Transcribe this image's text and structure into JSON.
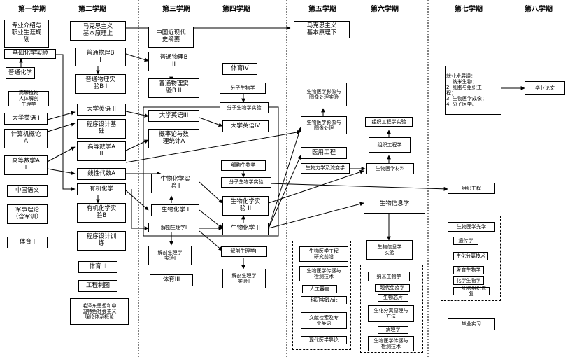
{
  "semesters": [
    "第一学期",
    "第二学期",
    "第三学期",
    "第四学期",
    "第五学期",
    "第六学期",
    "第七学期",
    "第八学期"
  ],
  "courses": {
    "c1": "专业介绍与\n职业生涯规\n划",
    "c2": "基础化学实验",
    "c3": "普通化学",
    "c4": "高等植物\n人体解剖\n生理学",
    "c5": "大学英语 I",
    "c6": "计算机概论\nA",
    "c7": "高等数学A\nI",
    "c8": "中国语文",
    "c9": "军事理论\n（含军训）",
    "c10": "体育 I",
    "c11": "马克思主义\n基本原理上",
    "c12": "普通物理B\nI",
    "c13": "普通物理实\n验B I",
    "c14": "大学英语 II",
    "c15": "程序设计基\n础",
    "c16": "高等数学A\nII",
    "c17": "线性代数A",
    "c18": "有机化学",
    "c19": "有机化学实\n验B",
    "c20": "程序设计训\n练",
    "c21": "体育 II",
    "c22": "工程制图",
    "c23": "毛泽东思想和中\n国特色社会主义\n理论体系概论",
    "c24": "中国近现代\n史纲要",
    "c25": "普通物理B\nII",
    "c26": "普通物理实\n验B II",
    "c27": "大学英语III",
    "c28": "概率论与数\n理统计A",
    "c29": "生物化学实\n验 I",
    "c30": "生物化学 I",
    "c31": "细胞生物学",
    "c32": "分子生物学实验",
    "c33": "生物化学实\n验 II",
    "c34": "生物化学 II",
    "c35": "解剖生理学I",
    "c36": "解剖生理学\n实验I",
    "c37": "解剖生理学II",
    "c38": "解剖生理学\n实验II",
    "c39": "体育III",
    "c40": "体育IV",
    "c41": "分子生物学",
    "c42": "分子生物学实验",
    "c43": "大学英语IV",
    "c44": "马克思主义\n基本原理下",
    "c45": "生物医学影像与\n图像处理实验",
    "c46": "生物医学影像与\n图像处理",
    "c47": "医用工程",
    "c48": "生物力学及流变学",
    "c49": "组织工程学实验",
    "c50": "组织工程学",
    "c51": "生物医学材料",
    "c52": "生物信息学",
    "c53": "生物信息学\n实验",
    "c54": "组织工程",
    "c55": "毕业论文",
    "c56": "毕业实习"
  },
  "notes": {
    "n1": "就业发展课：\n1. 纳米生物；\n2. 细胞与组织工\n程；\n3. 生物医学成像；\n4. 分子医学。"
  },
  "electives": {
    "e1": "生物医学工程\n研究前沿",
    "e2": "生物医学传感与\n检测技术",
    "e3": "人工器官",
    "e4": "科研实践/sit",
    "e5": "文献检索及专\n业英语",
    "e6": "现代医学导论",
    "e7": "纳米生物学",
    "e8": "现代免疫学",
    "e9": "生物芯片",
    "e10": "生化分离原理与\n方法",
    "e11": "病理学",
    "e12": "生物医学传感与\n检测技术",
    "e13": "生物医学光学",
    "e14": "遗传学",
    "e15": "生化分离技术",
    "e16": "发育生物学",
    "e17": "化学生物学",
    "e18": "干细胞组织修复"
  }
}
